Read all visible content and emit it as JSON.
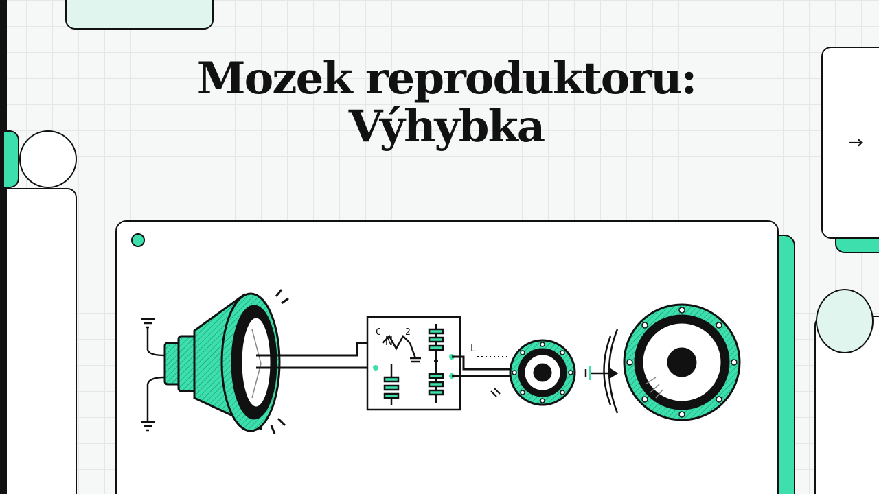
{
  "slide": {
    "title_line1": "Mozek reproduktoru:",
    "title_line2": "Výhybka"
  },
  "navigation": {
    "next_arrow": "→"
  },
  "diagram": {
    "crossover_labels": [
      "C",
      "N",
      "2",
      "L"
    ]
  },
  "colors": {
    "accent": "#3ddfad",
    "accent_light": "#dff5ee",
    "ink": "#111111",
    "paper": "#ffffff"
  },
  "icons": [
    "right-arrow-icon",
    "woofer-speaker-icon",
    "crossover-circuit-icon",
    "tweeter-icon",
    "large-speaker-icon",
    "ground-symbol-icon"
  ]
}
